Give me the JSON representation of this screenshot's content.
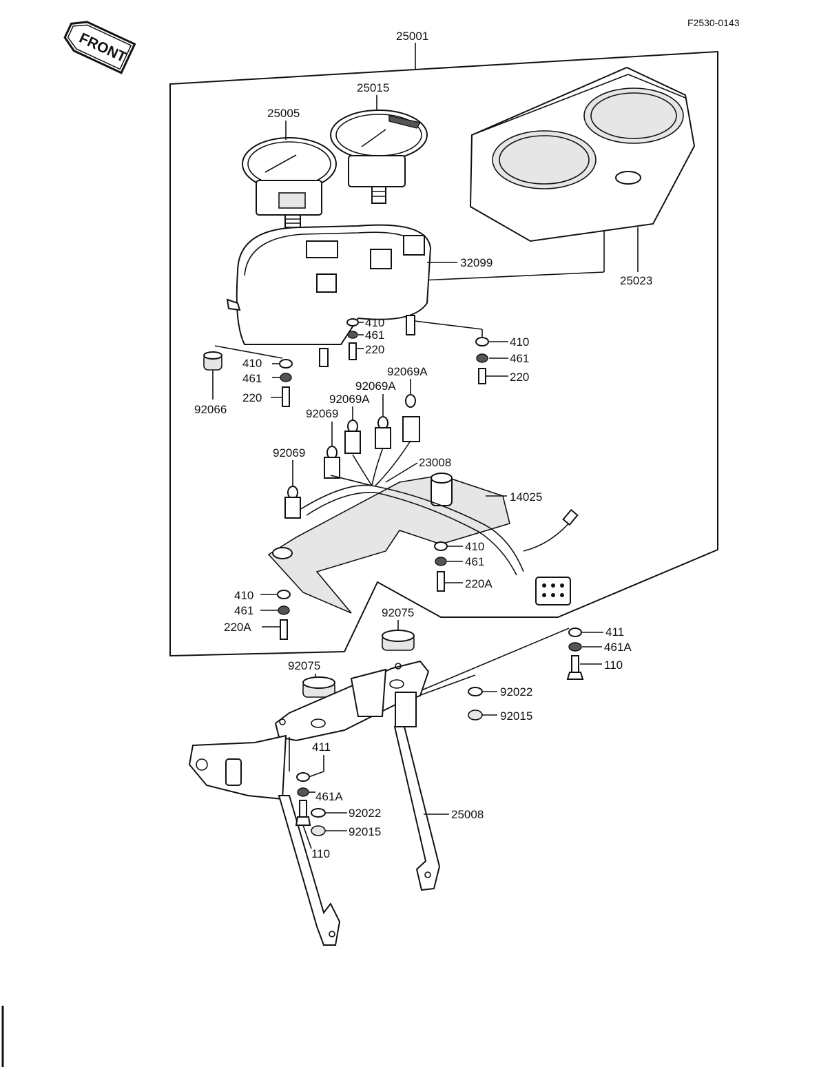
{
  "header": {
    "code": "F2530-0143",
    "front_badge": "FRONT"
  },
  "labels": {
    "l25001": "25001",
    "l25015": "25015",
    "l25005": "25005",
    "l32099": "32099",
    "l25023": "25023",
    "l410a": "410",
    "l461a": "461",
    "l220a": "220",
    "l410b": "410",
    "l461b": "461",
    "l220b": "220",
    "l410c": "410",
    "l461c": "461",
    "l220c": "220",
    "l92066": "92066",
    "l92069A_1": "92069A",
    "l92069A_2": "92069A",
    "l92069A_3": "92069A",
    "l92069_1": "92069",
    "l92069_2": "92069",
    "l23008": "23008",
    "l14025": "14025",
    "l410d": "410",
    "l461d": "461",
    "l220Aa": "220A",
    "l410e": "410",
    "l461e": "461",
    "l220Ab": "220A",
    "l92075a": "92075",
    "l92075b": "92075",
    "l411a": "411",
    "l461Aa": "461A",
    "l110a": "110",
    "l92022a": "92022",
    "l92015a": "92015",
    "l411b": "411",
    "l461Ab": "461A",
    "l92022b": "92022",
    "l92015b": "92015",
    "l110b": "110",
    "l25008": "25008"
  }
}
